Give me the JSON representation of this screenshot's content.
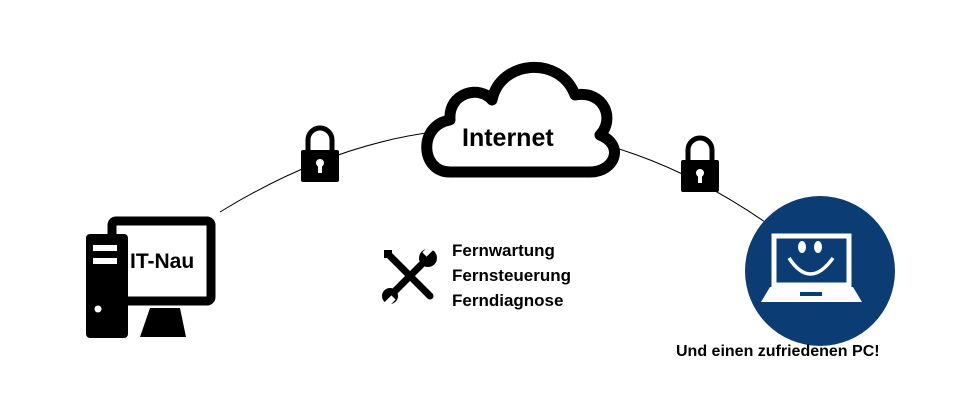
{
  "cloud": {
    "label": "Internet"
  },
  "computer": {
    "label": "IT-Nau"
  },
  "services": [
    "Fernwartung",
    "Fernsteuerung",
    "Ferndiagnose"
  ],
  "client": {
    "caption": "Und einen zufriedenen PC!"
  },
  "colors": {
    "accent": "#0b3c74",
    "ink": "#000000"
  }
}
